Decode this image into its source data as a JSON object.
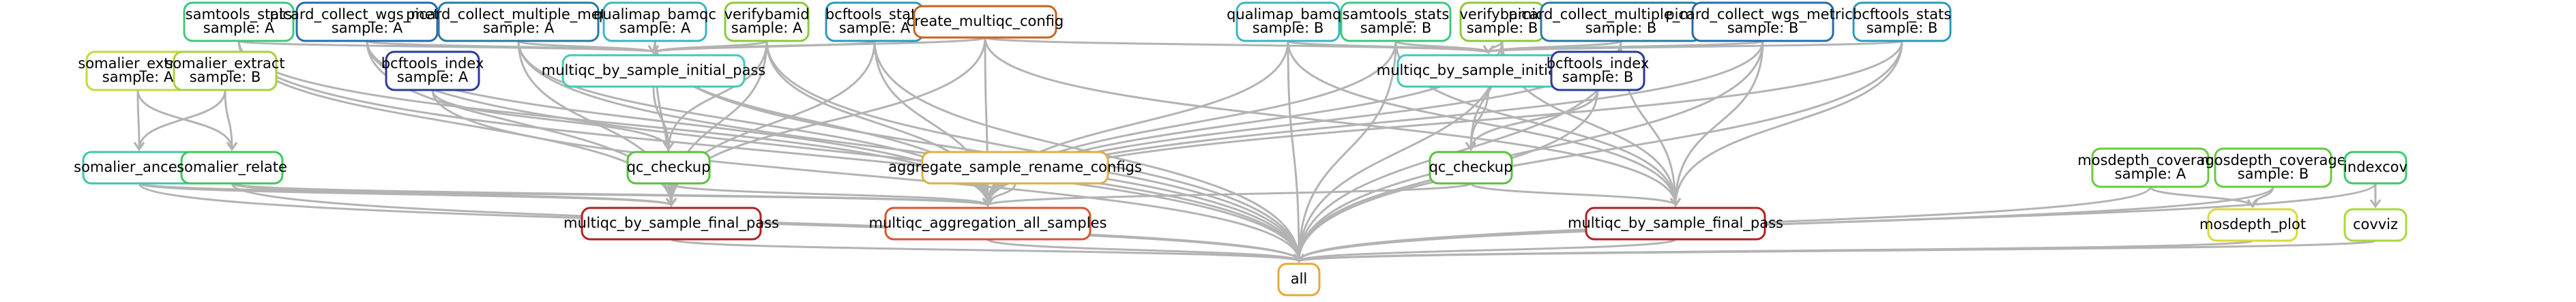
{
  "nodes": {
    "all": {
      "lines": [
        "all"
      ],
      "color": "#e8a73c"
    },
    "multiqc_agg": {
      "lines": [
        "multiqc_aggregation_all_samples"
      ],
      "color": "#d9542c"
    },
    "mfp_a": {
      "lines": [
        "multiqc_by_sample_final_pass"
      ],
      "color": "#b22020"
    },
    "mfp_b": {
      "lines": [
        "multiqc_by_sample_final_pass"
      ],
      "color": "#b22020"
    },
    "mip_a": {
      "lines": [
        "multiqc_by_sample_initial_pass"
      ],
      "color": "#40c9b8"
    },
    "mip_b": {
      "lines": [
        "multiqc_by_sample_initial_pass"
      ],
      "color": "#40c9b8"
    },
    "qc_a": {
      "lines": [
        "qc_checkup"
      ],
      "color": "#56c23c"
    },
    "qc_b": {
      "lines": [
        "qc_checkup"
      ],
      "color": "#56c23c"
    },
    "samtools_a": {
      "lines": [
        "samtools_stats",
        "sample: A"
      ],
      "color": "#3cc97d"
    },
    "pcwgs_a": {
      "lines": [
        "picard_collect_wgs_metrics",
        "sample: A"
      ],
      "color": "#2a6aa8"
    },
    "pcmm_a": {
      "lines": [
        "picard_collect_multiple_metrics",
        "sample: A"
      ],
      "color": "#2a7aa0"
    },
    "qualimap_a": {
      "lines": [
        "qualimap_bamqc",
        "sample: A"
      ],
      "color": "#3ab6c4"
    },
    "verify_a": {
      "lines": [
        "verifybamid",
        "sample: A"
      ],
      "color": "#8cc93c"
    },
    "bcfstats_a": {
      "lines": [
        "bcftools_stats",
        "sample: A"
      ],
      "color": "#2a9ab8"
    },
    "create_cfg": {
      "lines": [
        "create_multiqc_config"
      ],
      "color": "#c9631c"
    },
    "qualimap_b": {
      "lines": [
        "qualimap_bamqc",
        "sample: B"
      ],
      "color": "#3ab6c4"
    },
    "samtools_b": {
      "lines": [
        "samtools_stats",
        "sample: B"
      ],
      "color": "#3cc97d"
    },
    "verify_b": {
      "lines": [
        "verifybamid",
        "sample: B"
      ],
      "color": "#8cc93c"
    },
    "pcmm_b": {
      "lines": [
        "picard_collect_multiple_metrics",
        "sample: B"
      ],
      "color": "#2a7aa0"
    },
    "pcwgs_b": {
      "lines": [
        "picard_collect_wgs_metrics",
        "sample: B"
      ],
      "color": "#2a6aa8"
    },
    "bcfstats_b": {
      "lines": [
        "bcftools_stats",
        "sample: B"
      ],
      "color": "#2a9ab8"
    },
    "somex_a": {
      "lines": [
        "somalier_extract",
        "sample: A"
      ],
      "color": "#c4d93c"
    },
    "somex_b": {
      "lines": [
        "somalier_extract",
        "sample: B"
      ],
      "color": "#a8d13c"
    },
    "bcfidx_a": {
      "lines": [
        "bcftools_index",
        "sample: A"
      ],
      "color": "#2a3aa0"
    },
    "bcfidx_b": {
      "lines": [
        "bcftools_index",
        "sample: B"
      ],
      "color": "#2a3aa0"
    },
    "som_anc": {
      "lines": [
        "somalier_ancestry"
      ],
      "color": "#3cc9a8"
    },
    "som_rel": {
      "lines": [
        "somalier_relate"
      ],
      "color": "#3cc95a"
    },
    "agg_rename": {
      "lines": [
        "aggregate_sample_rename_configs"
      ],
      "color": "#e0b040"
    },
    "mosdepth_a": {
      "lines": [
        "mosdepth_coverage",
        "sample: A"
      ],
      "color": "#6ac93c"
    },
    "mosdepth_b": {
      "lines": [
        "mosdepth_coverage",
        "sample: B"
      ],
      "color": "#6ac93c"
    },
    "indexcov": {
      "lines": [
        "indexcov"
      ],
      "color": "#3cc96a"
    },
    "mos_plot": {
      "lines": [
        "mosdepth_plot"
      ],
      "color": "#d9d93c"
    },
    "covviz": {
      "lines": [
        "covviz"
      ],
      "color": "#a8d93c"
    }
  },
  "edges": [
    [
      "samtools_a",
      "mip_a"
    ],
    [
      "pcwgs_a",
      "mip_a"
    ],
    [
      "pcmm_a",
      "mip_a"
    ],
    [
      "qualimap_a",
      "mip_a"
    ],
    [
      "verify_a",
      "mip_a"
    ],
    [
      "bcfstats_a",
      "mip_a"
    ],
    [
      "create_cfg",
      "mip_a"
    ],
    [
      "samtools_b",
      "mip_b"
    ],
    [
      "pcwgs_b",
      "mip_b"
    ],
    [
      "pcmm_b",
      "mip_b"
    ],
    [
      "qualimap_b",
      "mip_b"
    ],
    [
      "verify_b",
      "mip_b"
    ],
    [
      "bcfstats_b",
      "mip_b"
    ],
    [
      "create_cfg",
      "mip_b"
    ],
    [
      "mip_a",
      "qc_a"
    ],
    [
      "bcfidx_a",
      "qc_a"
    ],
    [
      "verify_a",
      "qc_a"
    ],
    [
      "mip_b",
      "qc_b"
    ],
    [
      "bcfidx_b",
      "qc_b"
    ],
    [
      "verify_b",
      "qc_b"
    ],
    [
      "somex_a",
      "som_anc"
    ],
    [
      "somex_b",
      "som_anc"
    ],
    [
      "somex_a",
      "som_rel"
    ],
    [
      "somex_b",
      "som_rel"
    ],
    [
      "qc_a",
      "mfp_a"
    ],
    [
      "samtools_a",
      "mfp_a"
    ],
    [
      "pcwgs_a",
      "mfp_a"
    ],
    [
      "pcmm_a",
      "mfp_a"
    ],
    [
      "qualimap_a",
      "mfp_a"
    ],
    [
      "verify_a",
      "mfp_a"
    ],
    [
      "bcfstats_a",
      "mfp_a"
    ],
    [
      "create_cfg",
      "mfp_a"
    ],
    [
      "som_anc",
      "mfp_a"
    ],
    [
      "som_rel",
      "mfp_a"
    ],
    [
      "qc_b",
      "mfp_b"
    ],
    [
      "samtools_b",
      "mfp_b"
    ],
    [
      "pcwgs_b",
      "mfp_b"
    ],
    [
      "pcmm_b",
      "mfp_b"
    ],
    [
      "qualimap_b",
      "mfp_b"
    ],
    [
      "verify_b",
      "mfp_b"
    ],
    [
      "bcfstats_b",
      "mfp_b"
    ],
    [
      "create_cfg",
      "mfp_b"
    ],
    [
      "qc_a",
      "multiqc_agg"
    ],
    [
      "qc_b",
      "multiqc_agg"
    ],
    [
      "agg_rename",
      "multiqc_agg"
    ],
    [
      "create_cfg",
      "multiqc_agg"
    ],
    [
      "som_anc",
      "multiqc_agg"
    ],
    [
      "som_rel",
      "multiqc_agg"
    ],
    [
      "samtools_a",
      "multiqc_agg"
    ],
    [
      "pcwgs_a",
      "multiqc_agg"
    ],
    [
      "pcmm_a",
      "multiqc_agg"
    ],
    [
      "qualimap_a",
      "multiqc_agg"
    ],
    [
      "verify_a",
      "multiqc_agg"
    ],
    [
      "bcfstats_a",
      "multiqc_agg"
    ],
    [
      "samtools_b",
      "multiqc_agg"
    ],
    [
      "pcwgs_b",
      "multiqc_agg"
    ],
    [
      "pcmm_b",
      "multiqc_agg"
    ],
    [
      "qualimap_b",
      "multiqc_agg"
    ],
    [
      "verify_b",
      "multiqc_agg"
    ],
    [
      "bcfstats_b",
      "multiqc_agg"
    ],
    [
      "mosdepth_a",
      "mos_plot"
    ],
    [
      "mosdepth_b",
      "mos_plot"
    ],
    [
      "indexcov",
      "covviz"
    ],
    [
      "mfp_a",
      "all"
    ],
    [
      "mfp_b",
      "all"
    ],
    [
      "multiqc_agg",
      "all"
    ],
    [
      "som_anc",
      "all"
    ],
    [
      "som_rel",
      "all"
    ],
    [
      "bcfidx_a",
      "all"
    ],
    [
      "bcfidx_b",
      "all"
    ],
    [
      "samtools_a",
      "all"
    ],
    [
      "pcwgs_a",
      "all"
    ],
    [
      "pcmm_a",
      "all"
    ],
    [
      "qualimap_a",
      "all"
    ],
    [
      "verify_a",
      "all"
    ],
    [
      "bcfstats_a",
      "all"
    ],
    [
      "samtools_b",
      "all"
    ],
    [
      "pcwgs_b",
      "all"
    ],
    [
      "pcmm_b",
      "all"
    ],
    [
      "qualimap_b",
      "all"
    ],
    [
      "verify_b",
      "all"
    ],
    [
      "bcfstats_b",
      "all"
    ],
    [
      "mosdepth_a",
      "all"
    ],
    [
      "mosdepth_b",
      "all"
    ],
    [
      "indexcov",
      "all"
    ],
    [
      "mos_plot",
      "all"
    ],
    [
      "covviz",
      "all"
    ]
  ]
}
